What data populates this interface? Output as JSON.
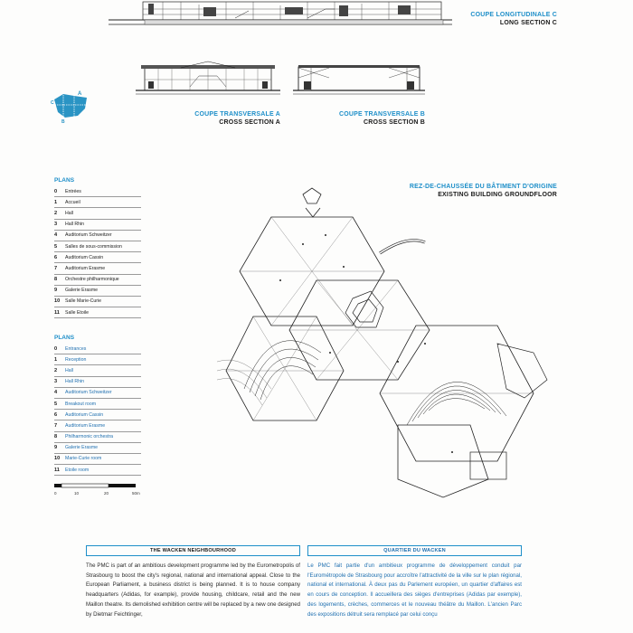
{
  "sections": {
    "long": {
      "fr": "COUPE LONGITUDINALE C",
      "en": "LONG SECTION C"
    },
    "cross_a": {
      "fr": "COUPE TRANSVERSALE A",
      "en": "CROSS SECTION A"
    },
    "cross_b": {
      "fr": "COUPE TRANSVERSALE B",
      "en": "CROSS SECTION B"
    },
    "key_labels": {
      "a": "A",
      "b": "B",
      "c": "C"
    }
  },
  "plan_title": {
    "fr": "REZ-DE-CHAUSSÉE DU BÂTIMENT D'ORIGINE",
    "en": "EXISTING BUILDING GROUNDFLOOR"
  },
  "legend_fr": {
    "title": "PLANS",
    "items": [
      {
        "num": "0",
        "label": "Entrées"
      },
      {
        "num": "1",
        "label": "Accueil"
      },
      {
        "num": "2",
        "label": "Hall"
      },
      {
        "num": "3",
        "label": "Hall Rhin"
      },
      {
        "num": "4",
        "label": "Auditorium Schweitzer"
      },
      {
        "num": "5",
        "label": "Salles de sous-commission"
      },
      {
        "num": "6",
        "label": "Auditorium Cassin"
      },
      {
        "num": "7",
        "label": "Auditorium Érasme"
      },
      {
        "num": "8",
        "label": "Orchestre philharmonique"
      },
      {
        "num": "9",
        "label": "Galerie Érasme"
      },
      {
        "num": "10",
        "label": "Salle Marie-Curie"
      },
      {
        "num": "11",
        "label": "Salle Étoile"
      }
    ]
  },
  "legend_en": {
    "title": "PLANS",
    "items": [
      {
        "num": "0",
        "label": "Entrances"
      },
      {
        "num": "1",
        "label": "Reception"
      },
      {
        "num": "2",
        "label": "Hall"
      },
      {
        "num": "3",
        "label": "Hall Rhin"
      },
      {
        "num": "4",
        "label": "Auditorium Schweitzer"
      },
      {
        "num": "5",
        "label": "Breakout room"
      },
      {
        "num": "6",
        "label": "Auditorium Cassin"
      },
      {
        "num": "7",
        "label": "Auditorium Érasme"
      },
      {
        "num": "8",
        "label": "Philharmonic orchestra"
      },
      {
        "num": "9",
        "label": "Galerie Érasme"
      },
      {
        "num": "10",
        "label": "Marie-Curie room"
      },
      {
        "num": "11",
        "label": "Étoile room"
      }
    ]
  },
  "scale": {
    "t0": "0",
    "t1": "10",
    "t2": "20",
    "t3": "50m"
  },
  "article_en": {
    "heading": "THE WACKEN NEIGHBOURHOOD",
    "body": "The PMC is part of an ambitious development programme led by the Eurometropolis of Strasbourg to boost the city's regional, national and international appeal. Close to the European Parliament, a business district is being planned. It is to house company headquarters (Adidas, for example), provide housing, childcare, retail and the new Maillon theatre. Its demolished exhibition centre will be replaced by a new one designed by Dietmar Feichtinger,"
  },
  "article_fr": {
    "heading": "QUARTIER DU WACKEN",
    "body": "Le PMC fait partie d'un ambitieux programme de développement conduit par l'Eurométropole de Strasbourg pour accroître l'attractivité de la ville sur le plan régional, national et international. À deux pas du Parlement européen, un quartier d'affaires est en cours de conception. Il accueillera des sièges d'entreprises (Adidas par exemple), des logements, crèches, commerces et le nouveau théâtre du Maillon. L'ancien Parc des expositions détruit sera remplacé par celui conçu"
  },
  "colors": {
    "accent": "#1e8fc9",
    "ink": "#1a1a1a",
    "key_plan": "#2a94c4"
  }
}
